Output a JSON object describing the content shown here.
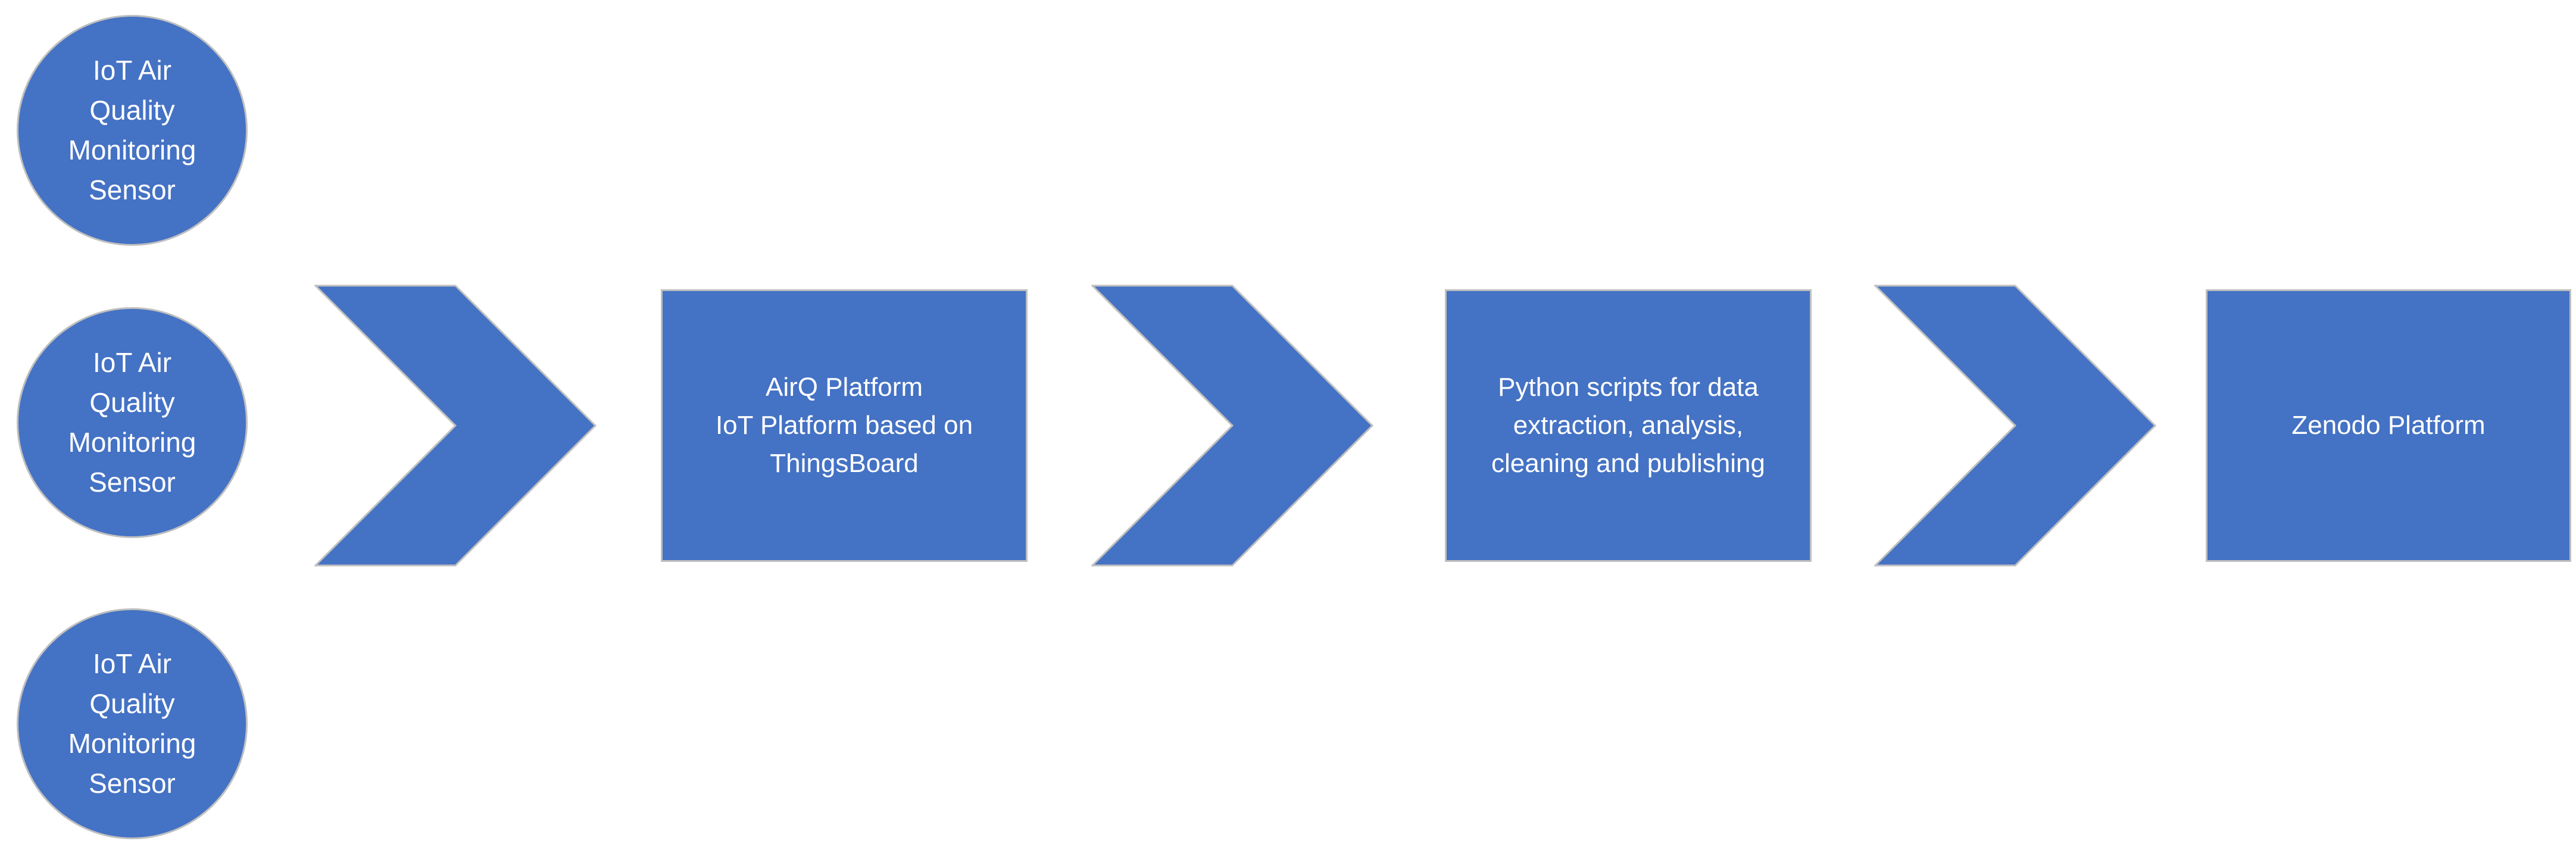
{
  "diagram": {
    "type": "process-flow",
    "colors": {
      "shape_fill": "#4472C4",
      "shape_border": "#BFBFBF",
      "text": "#FFFFFF",
      "background": "#FFFFFF"
    },
    "sensors": [
      {
        "shape": "circle",
        "lines": [
          "IoT Air",
          "Quality",
          "Monitoring",
          "Sensor"
        ]
      },
      {
        "shape": "circle",
        "lines": [
          "IoT Air",
          "Quality",
          "Monitoring",
          "Sensor"
        ]
      },
      {
        "shape": "circle",
        "lines": [
          "IoT Air",
          "Quality",
          "Monitoring",
          "Sensor"
        ]
      }
    ],
    "arrows": [
      {
        "icon": "chevron-right-arrow"
      },
      {
        "icon": "chevron-right-arrow"
      },
      {
        "icon": "chevron-right-arrow"
      }
    ],
    "stages": [
      {
        "shape": "rectangle",
        "lines": [
          "AirQ Platform",
          "IoT Platform based on",
          "ThingsBoard"
        ]
      },
      {
        "shape": "rectangle",
        "lines": [
          "Python scripts for data",
          "extraction, analysis,",
          "cleaning and publishing"
        ]
      },
      {
        "shape": "rectangle",
        "lines": [
          "Zenodo Platform"
        ]
      }
    ]
  }
}
